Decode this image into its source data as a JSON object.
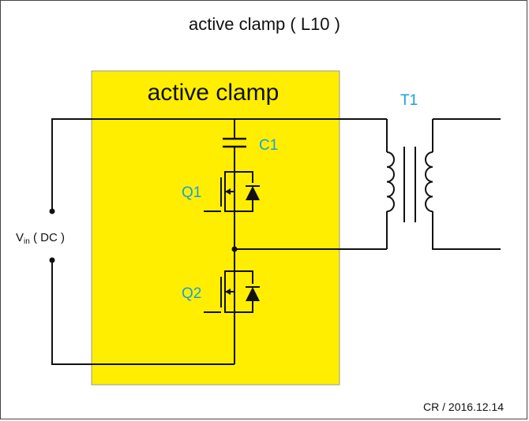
{
  "title": "active clamp ( L10 )",
  "block_label": "active clamp",
  "labels": {
    "transformer": "T1",
    "capacitor": "C1",
    "switch_top": "Q1",
    "switch_bottom": "Q2",
    "source_v": "V",
    "source_sub": "in",
    "source_rest": " ( DC )"
  },
  "footer": "CR / 2016.12.14",
  "colors": {
    "block_fill": "#ffee00",
    "label_blue": "#1aa0d8",
    "wire": "#111111"
  }
}
